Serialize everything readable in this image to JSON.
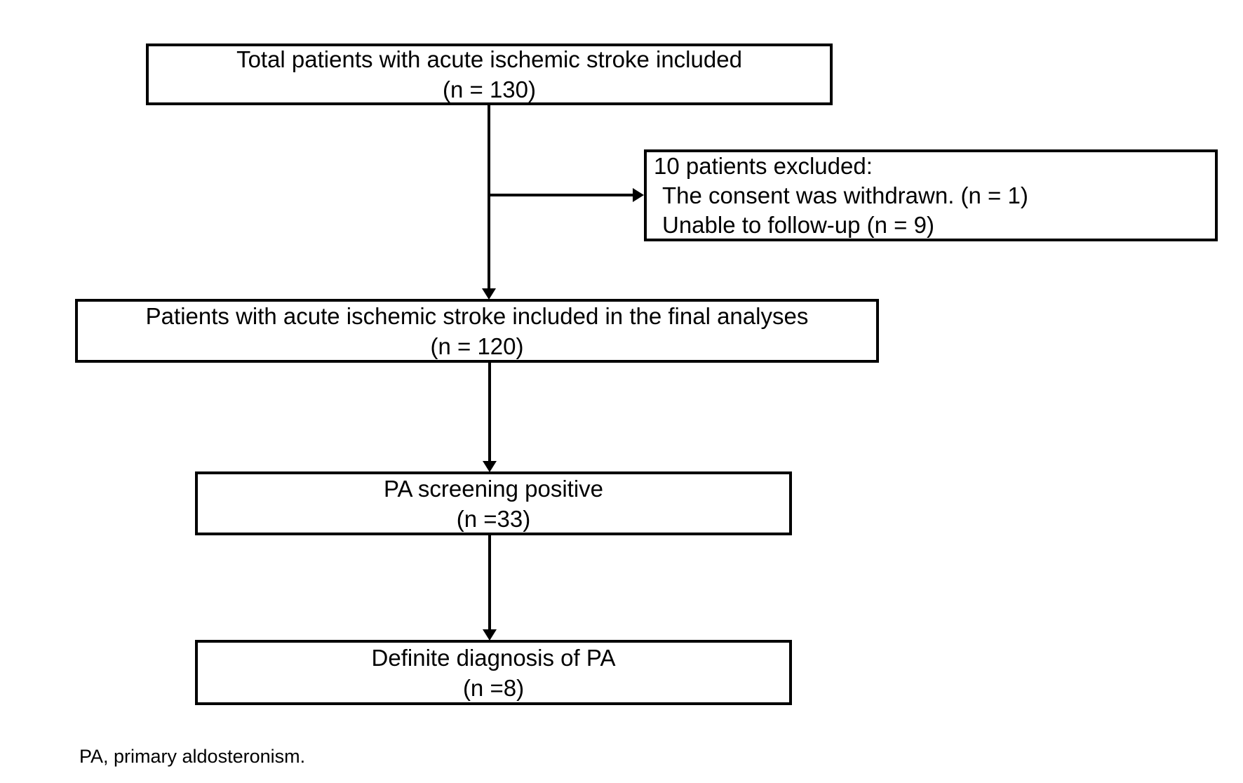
{
  "diagram": {
    "total": {
      "line1": "Total patients with acute ischemic stroke included",
      "line2": "(n = 130)",
      "n": 130
    },
    "excluded": {
      "line1": "10 patients excluded:",
      "line2": "The consent was withdrawn. (n = 1)",
      "line3": "Unable to follow-up (n = 9)",
      "n_total": 10,
      "n_consent_withdrawn": 1,
      "n_unable_followup": 9
    },
    "final": {
      "line1": "Patients with acute ischemic stroke included in the final analyses",
      "line2": "(n = 120)",
      "n": 120
    },
    "screening": {
      "line1": "PA screening positive",
      "line2": "(n =33)",
      "n": 33
    },
    "diagnosis": {
      "line1": "Definite diagnosis of PA",
      "line2": "(n =8)",
      "n": 8
    },
    "footnote": "PA, primary aldosteronism."
  },
  "colors": {
    "background": "#ffffff",
    "line": "#000000",
    "text": "#000000"
  }
}
